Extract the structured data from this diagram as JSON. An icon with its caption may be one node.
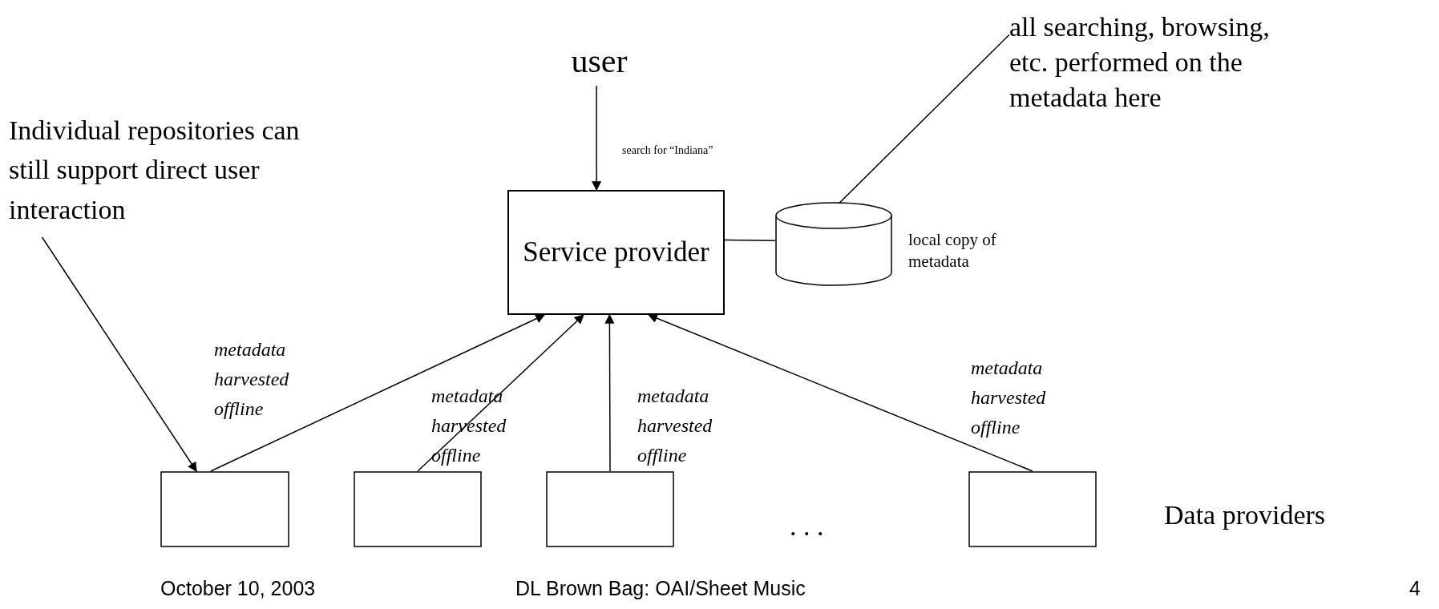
{
  "diagram": {
    "nodes": [
      {
        "text": [
          "user"
        ]
      },
      {
        "text": [
          "Service provider"
        ]
      },
      {
        "text": [],
        "shape": "cylinder",
        "beside": [
          "local copy of metadata"
        ]
      },
      {
        "text": [
          "Individual repositories can still support direct user interaction"
        ]
      },
      {
        "text": [
          "all searching, browsing, etc. performed on the metadata here"
        ]
      },
      {
        "text": [],
        "shape": "box"
      },
      {
        "text": [],
        "shape": "box"
      },
      {
        "text": [],
        "shape": "box"
      },
      {
        "text": [],
        "shape": "box"
      }
    ],
    "edges": [
      {
        "from": 0,
        "to": 1,
        "arrow": "to",
        "label": "search for “Indiana”"
      },
      {
        "from": 1,
        "to": 2,
        "arrow": "none"
      },
      {
        "from": 5,
        "to": 1,
        "arrow": "to",
        "label": "metadata harvested offline"
      },
      {
        "from": 6,
        "to": 1,
        "arrow": "to",
        "label": "metadata harvested offline"
      },
      {
        "from": 7,
        "to": 1,
        "arrow": "to",
        "label": "metadata harvested offline"
      },
      {
        "from": 8,
        "to": 1,
        "arrow": "to",
        "label": "metadata harvested offline"
      },
      {
        "from": 3,
        "to": 5,
        "arrow": "to"
      },
      {
        "from": 4,
        "to": 2,
        "arrow": "to"
      }
    ],
    "labels": [
      "Data providers",
      ". . .",
      "October 10, 2003",
      "DL Brown Bag: OAI/Sheet Music",
      "4"
    ]
  }
}
